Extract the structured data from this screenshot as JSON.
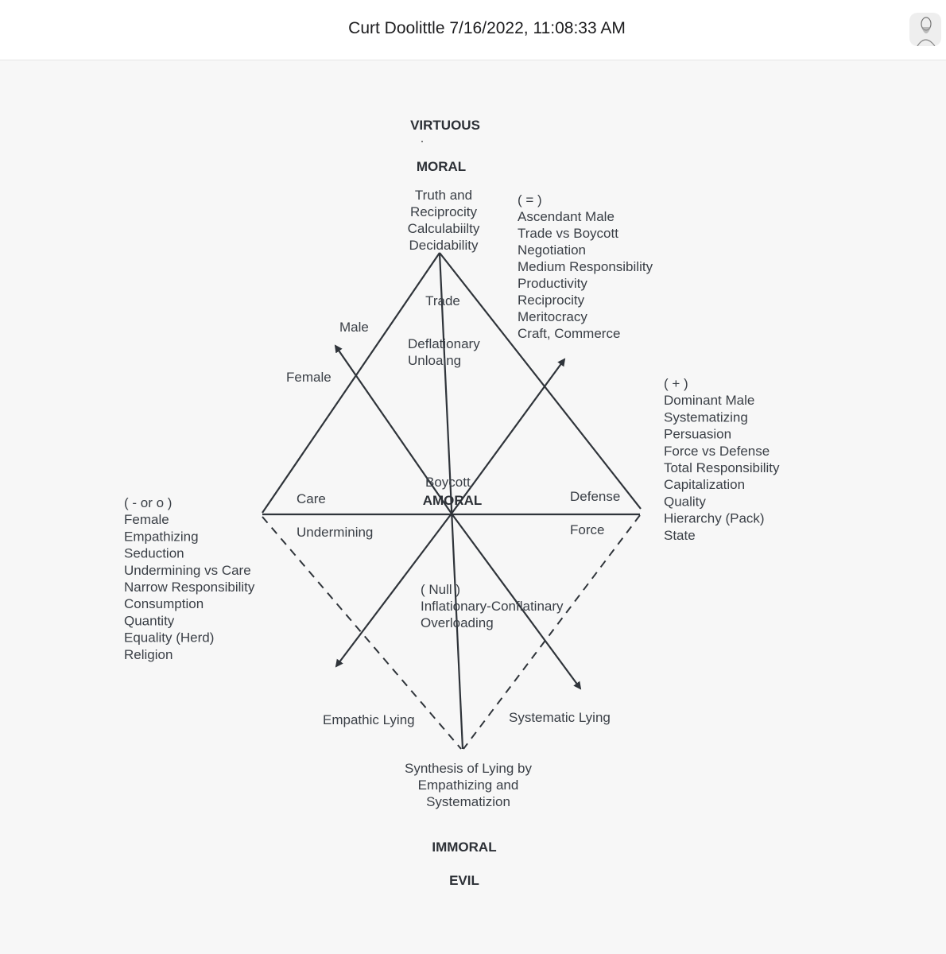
{
  "header": {
    "title": "Curt Doolittle 7/16/2022, 11:08:33 AM"
  },
  "diagram": {
    "virtuous": "VIRTUOUS",
    "moral": "MORAL",
    "amoral": "AMORAL",
    "immoral": "IMMORAL",
    "evil": "EVIL",
    "apex": [
      "Truth and",
      "Reciprocity",
      "Calculabiilty",
      "Decidability"
    ],
    "trade": "Trade",
    "deflationary": [
      "Deflationary",
      "Unloaing"
    ],
    "male": "Male",
    "female": "Female",
    "boycott": "Boycott",
    "care": "Care",
    "undermining": "Undermining",
    "defense": "Defense",
    "force": "Force",
    "null_block": [
      "( Null )",
      "Inflationary-Conflatinary",
      "Overloading"
    ],
    "empathic_lying": "Empathic Lying",
    "systematic_lying": "Systematic Lying",
    "synthesis": [
      "Synthesis of Lying by",
      "Empathizing and",
      "Systematizion"
    ],
    "equal_block": [
      "( = )",
      "Ascendant Male",
      "Trade vs Boycott",
      "Negotiation",
      "Medium Responsibility",
      "Productivity",
      "Reciprocity",
      "Meritocracy",
      "Craft, Commerce"
    ],
    "plus_block": [
      "( + )",
      "Dominant Male",
      "Systematizing",
      "Persuasion",
      "Force vs Defense",
      "Total Responsibility",
      "Capitalization",
      "Quality",
      "Hierarchy (Pack)",
      "State"
    ],
    "minus_block": [
      "( - or o )",
      "Female",
      "Empathizing",
      "Seduction",
      "Undermining vs Care",
      "Narrow Responsibility",
      "Consumption",
      "Quantity",
      "Equality (Herd)",
      "Religion"
    ]
  }
}
